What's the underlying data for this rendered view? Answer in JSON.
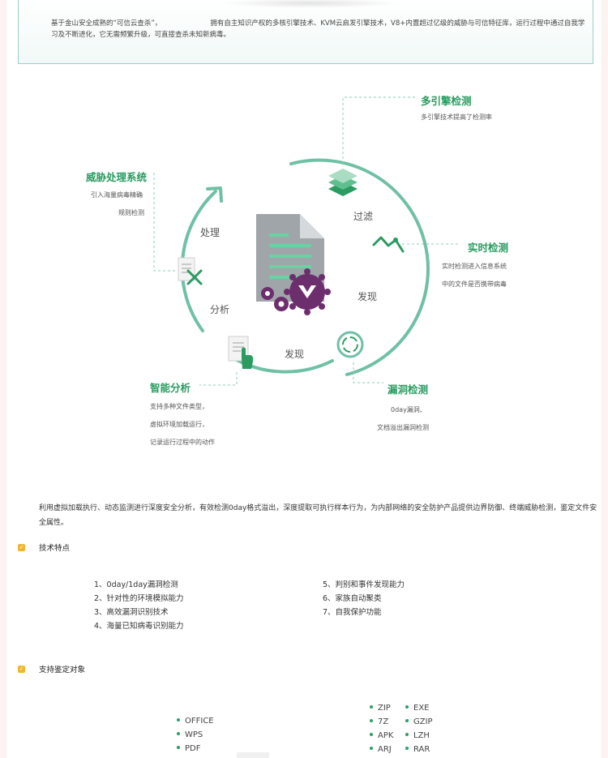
{
  "intro": {
    "text_a": "基于金山安全成熟的“可信云查杀”，",
    "text_b": "拥有自主知识产权的多核引擎技术、KVM云启发引擎技术，V8+内置超过亿级的威胁与可信特征库，运行过程中通过自我学习及不断进化，它无需频繁升级，可直接查杀未知新病毒。"
  },
  "diagram": {
    "colors": {
      "accent": "#2a9b61",
      "ring": "#6fc0a4",
      "dash": "#8ccdb8",
      "virus": "#6d2e6e",
      "doc": "#9aa0a6"
    },
    "nodes": {
      "multi_engine": {
        "title": "多引擎检测",
        "desc": [
          "多引擎技术提高了检测率"
        ]
      },
      "realtime": {
        "title": "实时检测",
        "desc": [
          "实时检测进入信息系统",
          "中的文件是否携带病毒"
        ]
      },
      "vuln": {
        "title": "漏洞检测",
        "desc": [
          "0day漏洞、",
          "文档溢出漏洞检测"
        ]
      },
      "smart": {
        "title": "智能分析",
        "desc": [
          "支持多种文件类型，",
          "虚拟环境加载运行，",
          "记录运行过程中的动作"
        ]
      },
      "threat": {
        "title": "威胁处理系统",
        "desc": [
          "引入海量病毒精确",
          "规则检测"
        ]
      }
    },
    "stages": {
      "filter": "过滤",
      "discover_right": "发现",
      "discover_bottom": "发现",
      "analyze": "分析",
      "handle": "处理"
    },
    "icons": [
      "layers-icon",
      "pulse-icon",
      "target-icon",
      "doc-hand-icon",
      "doc-tools-icon",
      "document-icon",
      "virus-icon"
    ]
  },
  "description": "利用虚拟加载执行、动态监测进行深度安全分析，有效检测0day格式溢出，深度提取可执行样本行为，为内部网络的安全防护产品提供边界防御、终端威胁检测，鉴定文件安全属性。",
  "features": {
    "heading": "技术特点",
    "left": [
      "1、0day/1day漏洞检测",
      "2、针对性的环境模拟能力",
      "3、高效漏洞识别技术",
      "4、海量已知病毒识别能力"
    ],
    "right": [
      "5、判别和事件发现能力",
      "6、家族自动聚类",
      "7、自我保护功能"
    ]
  },
  "formats": {
    "heading": "支持鉴定对象",
    "col1": [
      "OFFICE",
      "WPS",
      "PDF"
    ],
    "col2": [
      "ZIP",
      "7Z",
      "APK",
      "ARJ"
    ],
    "col3": [
      "EXE",
      "GZIP",
      "LZH",
      "RAR"
    ]
  }
}
